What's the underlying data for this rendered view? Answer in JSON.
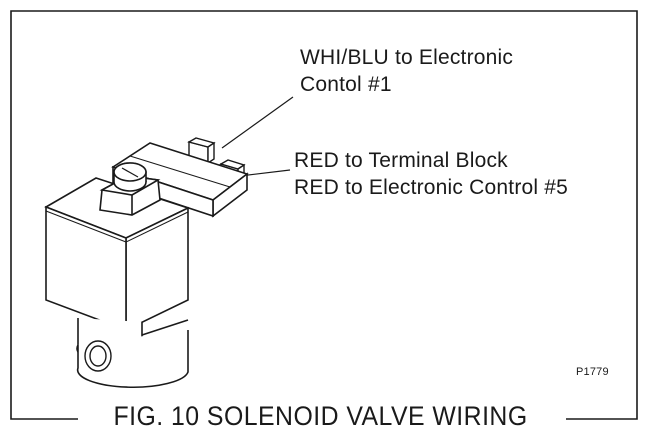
{
  "callouts": {
    "whi_blu": [
      "WHI/BLU  to  Electronic",
      "Contol #1"
    ],
    "red": [
      "RED to Terminal Block",
      "RED to Electronic Control #5"
    ]
  },
  "figure_ref": "P1779",
  "caption": "FIG. 10 SOLENOID VALVE WIRING",
  "colors": {
    "line": "#1a1a1a",
    "background": "#ffffff"
  }
}
